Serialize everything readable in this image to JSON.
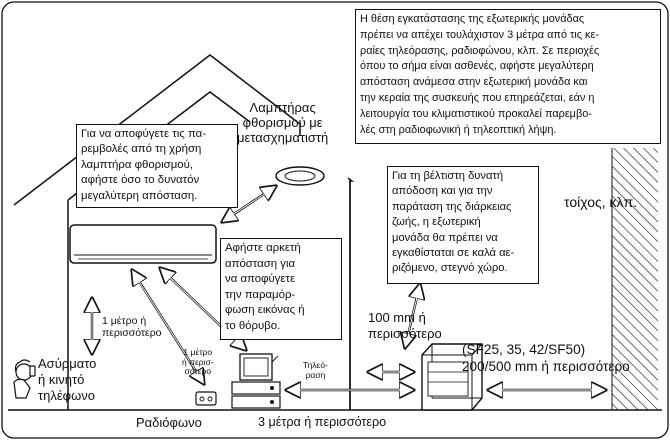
{
  "notes": {
    "distance_outdoor": "Η θέση εγκατάστασης της εξωτερικής μονάδας\nπρέπει να απέχει τουλάχιστον 3 μέτρα από τις κε-\nραίες τηλεόρασης, ραδιοφώνου, κλπ. Σε περιοχές\nόπου το σήμα είναι ασθενές, αφήστε μεγαλύτερη\nαπόσταση ανάμεσα στην εξωτερική μονάδα και\nτην κεραία της συσκευής που επηρεάζεται, εάν η\nλειτουργία του κλιματιστικού προκαλεί παρεμβο-\nλές στη ραδιοφωνική ή τηλεοπτική λήψη.",
    "fluorescent_interference": "Για να αποφύγετε τις πα-\nρεμβολές από τη χρήση\nλαμπτήρα φθορισμού,\nαφήστε όσο το δυνατόν\nμεγαλύτερη απόσταση.",
    "image_distortion": "Αφήστε αρκετή\nαπόσταση για\nνα αποφύγετε\nτην παραμόρ-\nφωση εικόνας ή\nτο θόρυβο.",
    "best_performance": "Για τη βέλτιστη δυνατή\nαπόδοση και για την\nπαράταση της διάρκειας\nζωής, η εξωτερική\nμονάδα θα πρέπει να\nεγκαθίσταται σε καλά αε-\nριζόμενο, στεγνό χώρο."
  },
  "labels": {
    "lamp": "Λαμπτήρας\nφθορισμού με\nμετασχηματιστή",
    "wall": "τοίχος, κλπ.",
    "one_meter": "1 μέτρο ή\nπερισσότερο",
    "one_meter_small": "1 μέτρο\nή περισ-\nσότερο",
    "phone": "Ασύρματο\nή κινητό\nτηλέφωνο",
    "tv": "Τηλεό-\nραση",
    "clearance_100": "100 mm ή\nπερισσότερο",
    "models": "(SF25, 35, 42/SF50)\n200/500 mm ή περισσότερο",
    "radio": "Ραδιόφωνο",
    "three_meters": "3 μέτρα ή περισσότερο"
  }
}
